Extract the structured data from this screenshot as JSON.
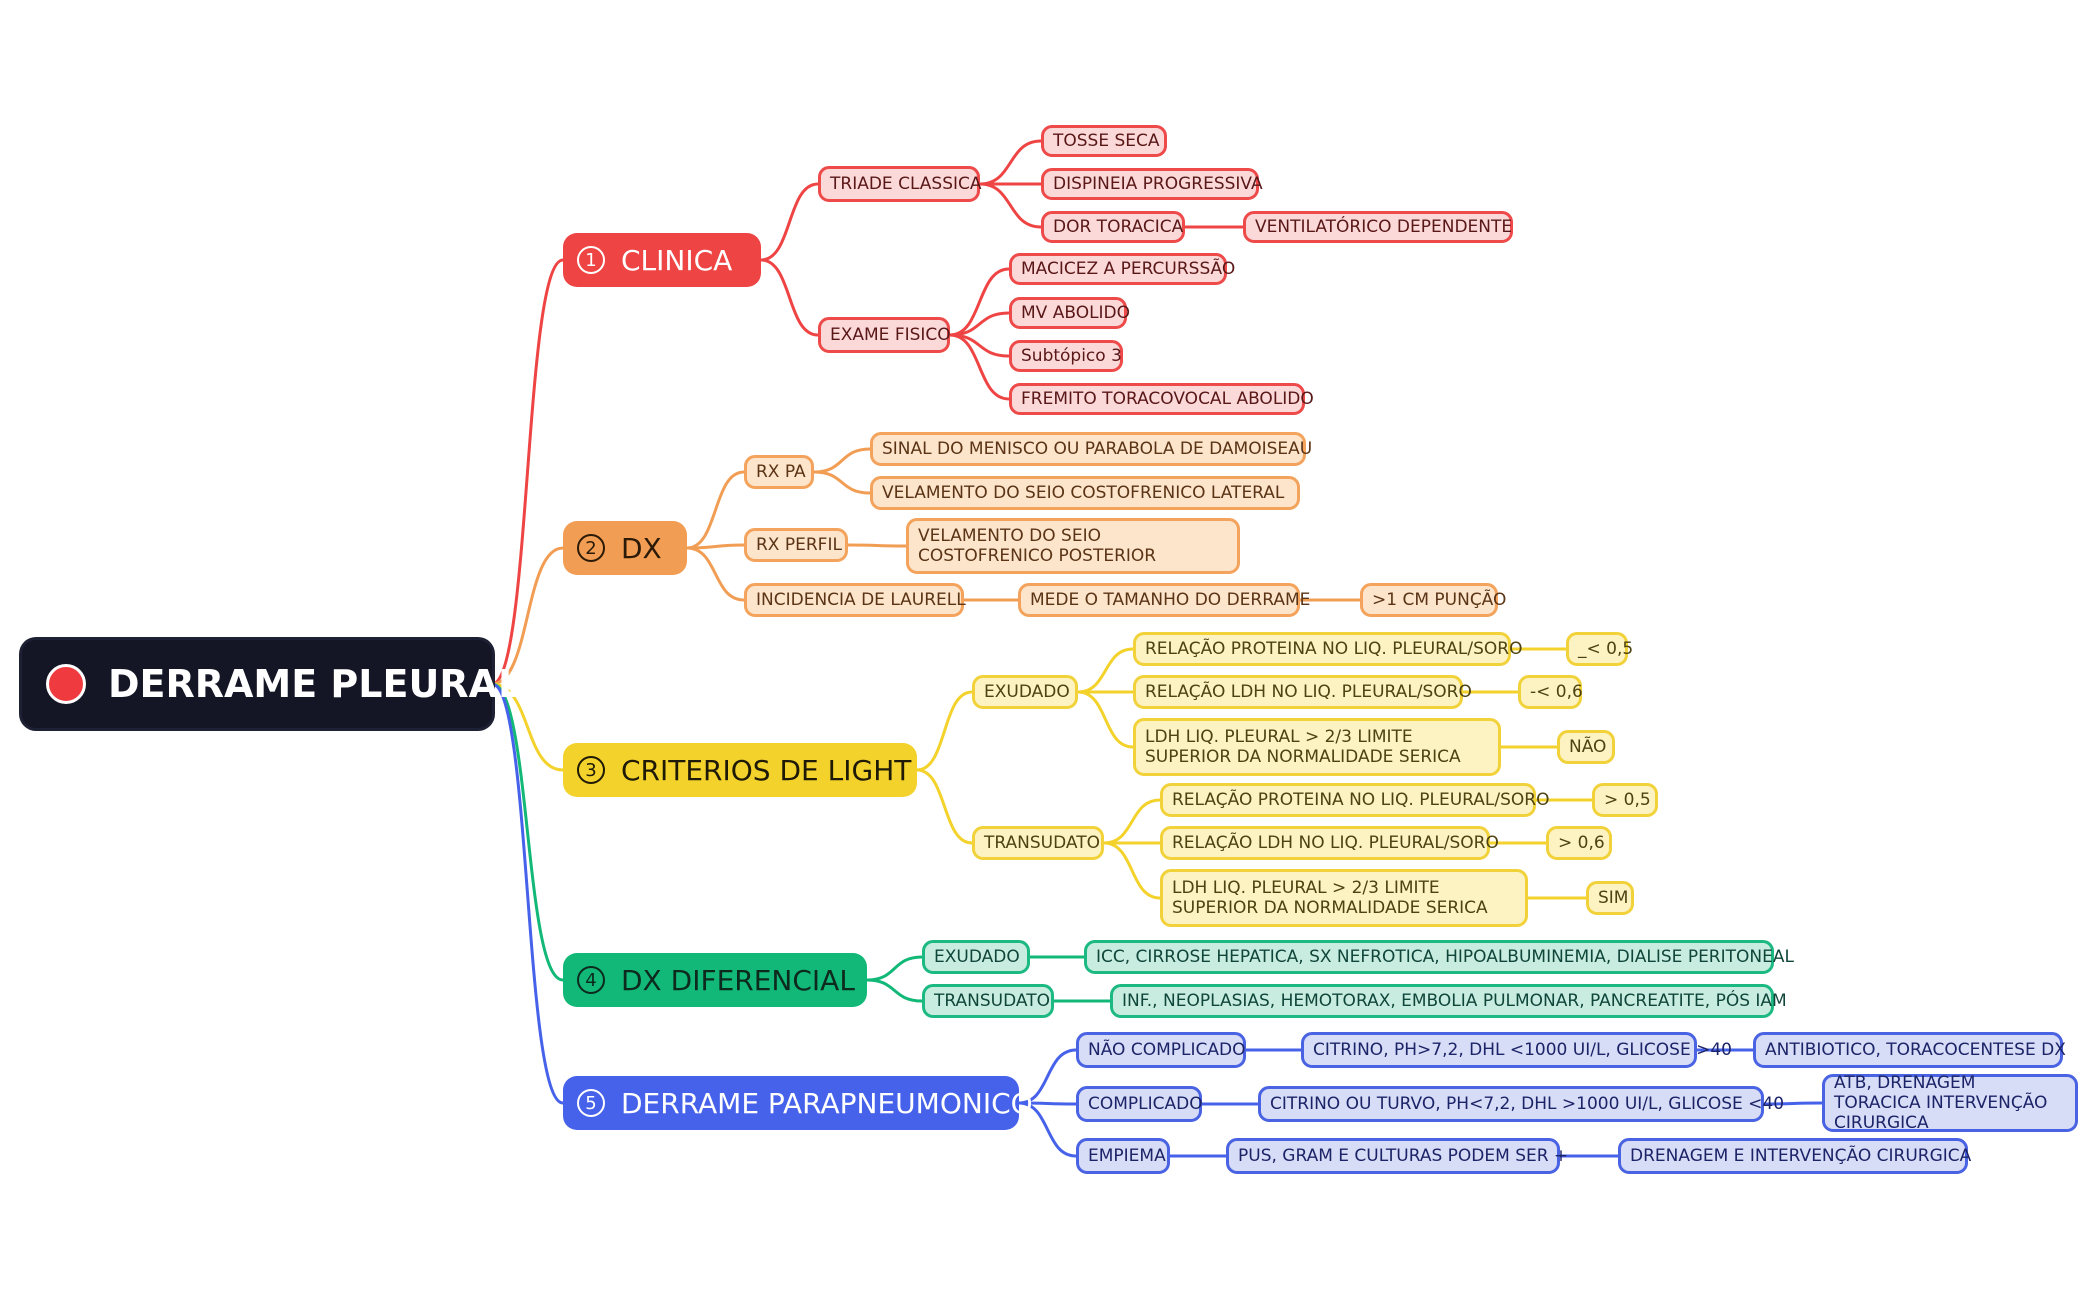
{
  "root": {
    "label": "DERRAME PLEURAL"
  },
  "branches": [
    {
      "num": "1",
      "label": "CLINICA",
      "color": "#ef4444"
    },
    {
      "num": "2",
      "label": "DX",
      "color": "#f29d54"
    },
    {
      "num": "3",
      "label": "CRITERIOS  DE LIGHT",
      "color": "#f4d22c"
    },
    {
      "num": "4",
      "label": "DX DIFERENCIAL",
      "color": "#12b877"
    },
    {
      "num": "5",
      "label": "DERRAME PARAPNEUMONICO",
      "color": "#4662ea"
    }
  ],
  "nodes": {
    "triade_classica": "TRIADE CLASSICA",
    "tosse_seca": "TOSSE SECA",
    "dispineia": "DISPINEIA PROGRESSIVA",
    "dor_toracica": "DOR TORACICA",
    "ventilatorico": "VENTILATÓRICO DEPENDENTE",
    "exame_fisico": "EXAME FISICO",
    "macicez": "MACICEZ A PERCURSSÃO",
    "mv_abolido": "MV ABOLIDO",
    "subtopico": "Subtópico 3",
    "fremito": "FREMITO TORACOVOCAL ABOLIDO",
    "rx_pa": "RX PA",
    "sinal_menisco": "SINAL DO MENISCO OU PARABOLA DE DAMOISEAU",
    "velamento_lateral": "VELAMENTO DO SEIO COSTOFRENICO LATERAL",
    "rx_perfil": "RX PERFIL",
    "velamento_posterior": "VELAMENTO DO SEIO COSTOFRENICO POSTERIOR",
    "laurell": "INCIDENCIA DE LAURELL",
    "mede_tamanho": "MEDE O TAMANHO DO DERRAME",
    "puncao": ">1 CM PUNÇÃO",
    "light_exudado": "EXUDADO",
    "ex_proteina": "RELAÇÃO PROTEINA NO LIQ. PLEURAL/SORO",
    "ex_proteina_val": "_< 0,5",
    "ex_ldh": "RELAÇÃO LDH NO LIQ. PLEURAL/SORO",
    "ex_ldh_val": "-< 0,6",
    "ex_ldh_limite": "LDH LIQ. PLEURAL > 2/3 LIMITE SUPERIOR DA NORMALIDADE SERICA",
    "ex_ldh_limite_val": "NÃO",
    "light_transudato": "TRANSUDATO",
    "tr_proteina": "RELAÇÃO PROTEINA NO LIQ. PLEURAL/SORO",
    "tr_proteina_val": "> 0,5",
    "tr_ldh": "RELAÇÃO LDH NO LIQ. PLEURAL/SORO",
    "tr_ldh_val": "> 0,6",
    "tr_ldh_limite": "LDH LIQ. PLEURAL > 2/3 LIMITE SUPERIOR DA NORMALIDADE SERICA",
    "tr_ldh_limite_val": "SIM",
    "dd_exudado": "EXUDADO",
    "dd_exudado_causas": "ICC, CIRROSE HEPATICA, SX NEFROTICA, HIPOALBUMINEMIA, DIALISE PERITONEAL",
    "dd_transudato": "TRANSUDATO",
    "dd_transudato_causas": "INF., NEOPLASIAS, HEMOTORAX, EMBOLIA PULMONAR, PANCREATITE, PÓS IAM",
    "nao_complicado": "NÃO COMPLICADO",
    "nao_complicado_desc": "CITRINO, PH>7,2, DHL <1000 UI/L, GLICOSE >40",
    "nao_complicado_tx": "ANTIBIOTICO, TORACOCENTESE DX",
    "complicado": "COMPLICADO",
    "complicado_desc": "CITRINO OU TURVO, PH<7,2, DHL >1000 UI/L, GLICOSE <40",
    "complicado_tx": "ATB, DRENAGEM TORACICA INTERVENÇÃO CIRURGICA",
    "empiema": "EMPIEMA",
    "empiema_desc": "PUS, GRAM E CULTURAS PODEM SER +",
    "empiema_tx": "DRENAGEM E  INTERVENÇÃO CIRURGICA"
  }
}
